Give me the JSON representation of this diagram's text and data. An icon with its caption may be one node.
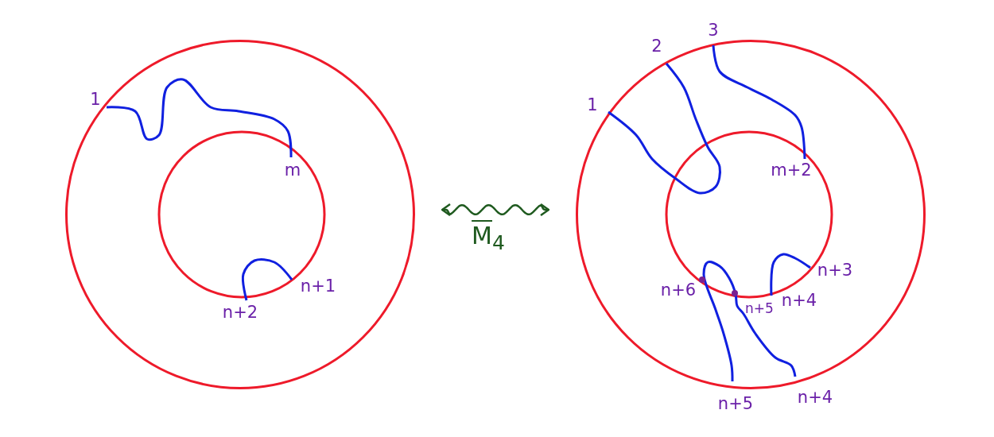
{
  "diagram": {
    "nodes": [
      {
        "text": [],
        "shape": "circle"
      },
      {
        "text": [],
        "shape": "circle"
      }
    ],
    "edges": [
      {
        "from": 0,
        "to": 1,
        "arrow": "both",
        "label": "M$_{4}$",
        "color": "#1f5a1f"
      }
    ],
    "labels": [
      "1",
      "m",
      "n+1",
      "n+2",
      "1",
      "2",
      "3",
      "m+2",
      "n+3",
      "n+6",
      "n+5",
      "n+4",
      "n+5",
      "n+4"
    ]
  }
}
